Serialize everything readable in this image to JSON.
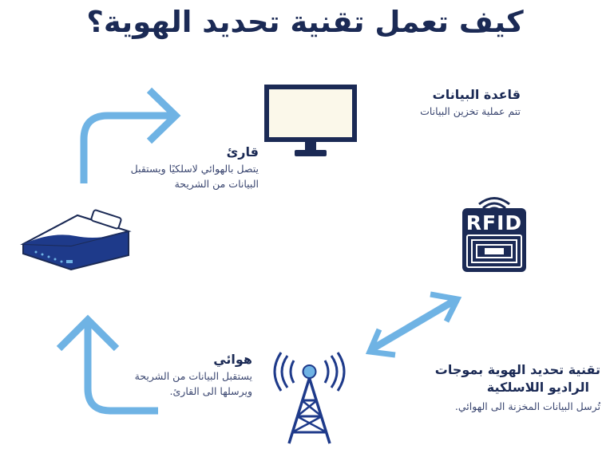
{
  "title": "كيف تعمل تقنية تحديد الهوية؟",
  "colors": {
    "navy": "#1b2a55",
    "arrow_blue": "#6fb3e4",
    "device_blue": "#1e3a8a"
  },
  "icons": [
    "monitor-icon",
    "router-reader-icon",
    "rfid-tag-icon",
    "antenna-tower-icon"
  ],
  "blocks": {
    "database": {
      "heading": "قاعدة البيانات",
      "desc": "تتم عملية تخزين البيانات"
    },
    "reader": {
      "heading": "قارئ",
      "desc_line1": "يتصل بالهوائي لاسلكيًا ويستقبل",
      "desc_line2": "البيانات من الشريحة"
    },
    "rfid": {
      "heading_line1": "تقنية تحديد الهوية بموجات",
      "heading_line2": "الراديو اللاسلكية",
      "desc": "تُرسل البيانات المخزنة الى الهوائي."
    },
    "antenna": {
      "heading": "هوائي",
      "desc_line1": "يستقبل البيانات من الشريحة",
      "desc_line2": "ويرسلها الى القارئ."
    }
  },
  "rfid_label": "RFID"
}
